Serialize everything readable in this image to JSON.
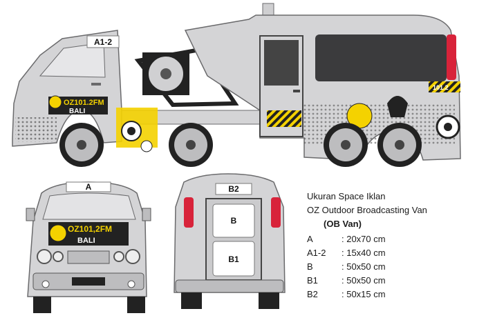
{
  "side_view": {
    "label": "A1-2",
    "logo_top": "OZ101.2FM",
    "logo_bottom": "BALI",
    "sticker": "101.2"
  },
  "front_view": {
    "label": "A",
    "logo_top": "OZ101,2FM",
    "logo_bottom": "BALI"
  },
  "rear_view": {
    "label_top": "B2",
    "label_upper": "B",
    "label_lower": "B1"
  },
  "info": {
    "title": "Ukuran Space Iklan",
    "subtitle": "OZ Outdoor Broadcasting Van",
    "subtitle2": "(OB Van)",
    "specs": [
      {
        "key": "A",
        "value": ": 20x70 cm"
      },
      {
        "key": "A1-2",
        "value": ": 15x40 cm"
      },
      {
        "key": "B",
        "value": ": 50x50 cm"
      },
      {
        "key": "B1",
        "value": ": 50x50 cm"
      },
      {
        "key": "B2",
        "value": ": 50x15 cm"
      }
    ]
  },
  "colors": {
    "body": "#d4d4d6",
    "outline": "#6a6a6c",
    "accent": "#f4d200",
    "dark": "#222222"
  }
}
